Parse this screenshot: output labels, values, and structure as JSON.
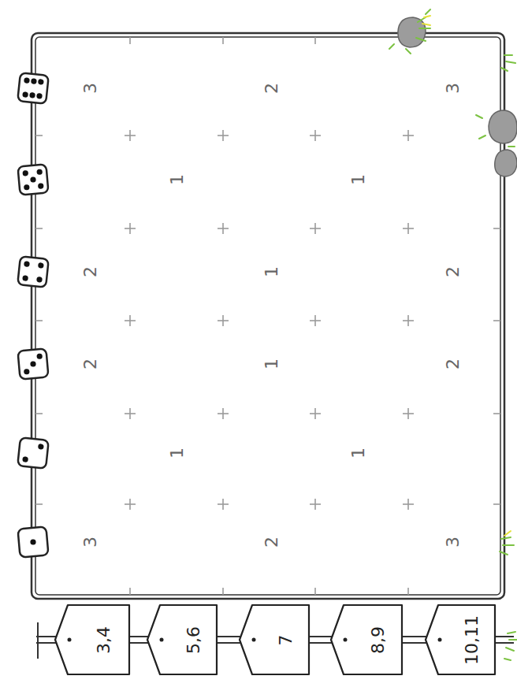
{
  "diagram": {
    "nodes": [
      {
        "text": [
          "3,4"
        ]
      },
      {
        "text": [
          "5,6"
        ]
      },
      {
        "text": [
          "7"
        ]
      },
      {
        "text": [
          "8,9"
        ]
      },
      {
        "text": [
          "10,11"
        ]
      }
    ],
    "labels": [
      "3",
      "2",
      "2",
      "3",
      "1",
      "1",
      "2",
      "1",
      "1",
      "2",
      "1",
      "1",
      "3",
      "2",
      "2",
      "3"
    ]
  }
}
